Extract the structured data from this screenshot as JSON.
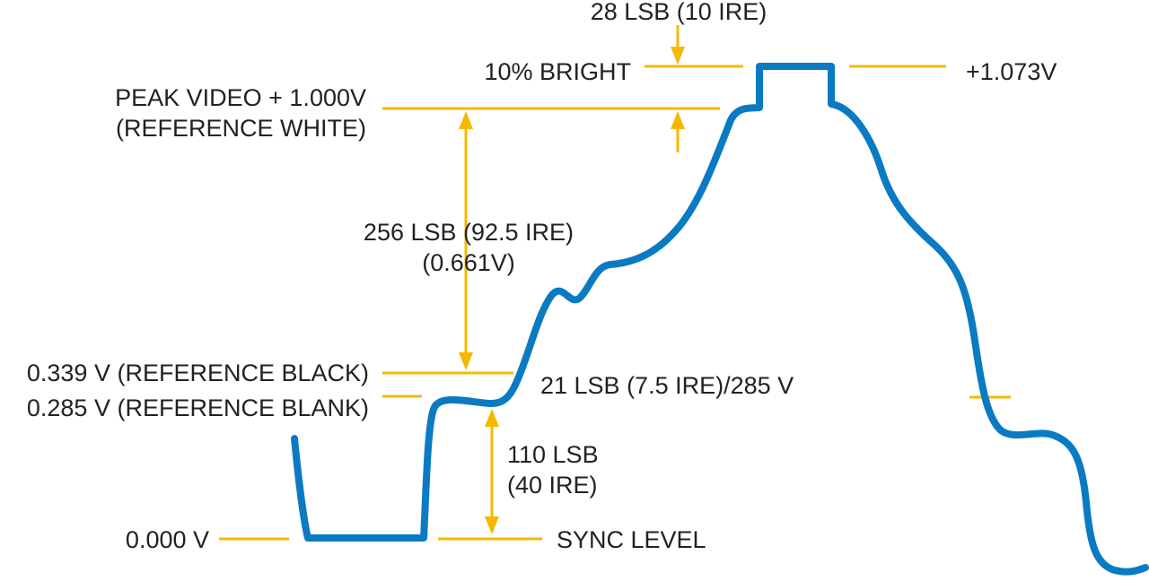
{
  "colors": {
    "waveform": "#0a7bc2",
    "marker": "#f5b800",
    "text": "#222222",
    "background": "#ffffff"
  },
  "labels": {
    "lsb_28": "28 LSB (10 IRE)",
    "bright_10": "10% BRIGHT",
    "plus_1073": "+1.073V",
    "peak_video": "PEAK VIDEO + 1.000V",
    "reference_white": "(REFERENCE WHITE)",
    "lsb_256": "256 LSB (92.5 IRE)",
    "v_0661": "(0.661V)",
    "ref_black": "0.339 V (REFERENCE BLACK)",
    "ref_blank": "0.285 V (REFERENCE BLANK)",
    "lsb_21": "21 LSB (7.5 IRE)/285 V",
    "lsb_110": "110 LSB",
    "ire_40": "(40 IRE)",
    "v_zero": "0.000 V",
    "sync_level": "SYNC LEVEL"
  }
}
